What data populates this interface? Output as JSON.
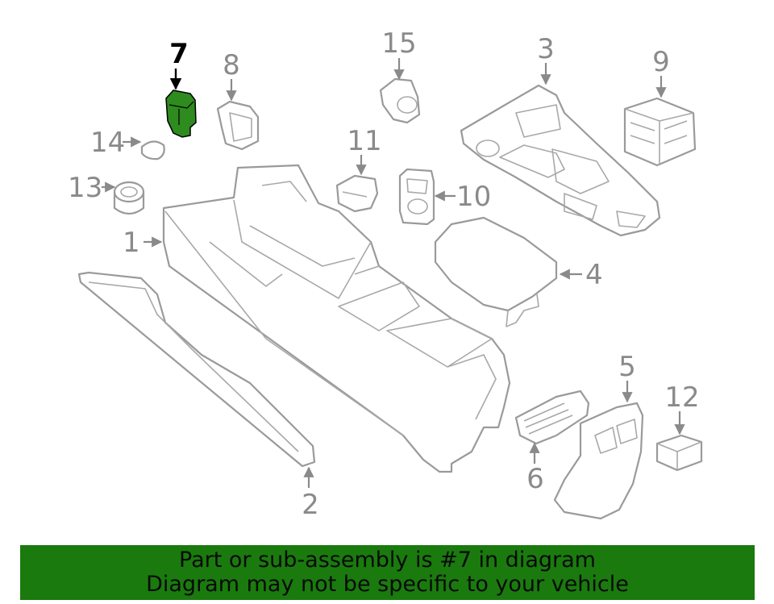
{
  "callouts": [
    {
      "id": "1",
      "label": "1"
    },
    {
      "id": "2",
      "label": "2"
    },
    {
      "id": "3",
      "label": "3"
    },
    {
      "id": "4",
      "label": "4"
    },
    {
      "id": "5",
      "label": "5"
    },
    {
      "id": "6",
      "label": "6"
    },
    {
      "id": "7",
      "label": "7"
    },
    {
      "id": "8",
      "label": "8"
    },
    {
      "id": "9",
      "label": "9"
    },
    {
      "id": "10",
      "label": "10"
    },
    {
      "id": "11",
      "label": "11"
    },
    {
      "id": "12",
      "label": "12"
    },
    {
      "id": "13",
      "label": "13"
    },
    {
      "id": "14",
      "label": "14"
    },
    {
      "id": "15",
      "label": "15"
    }
  ],
  "highlight": {
    "part": "7",
    "color": "#2e8b1e"
  },
  "banner": {
    "line1": "Part or sub-assembly is #7 in diagram",
    "line2": "Diagram may not be specific to your vehicle",
    "color": "#1a7a0e"
  }
}
